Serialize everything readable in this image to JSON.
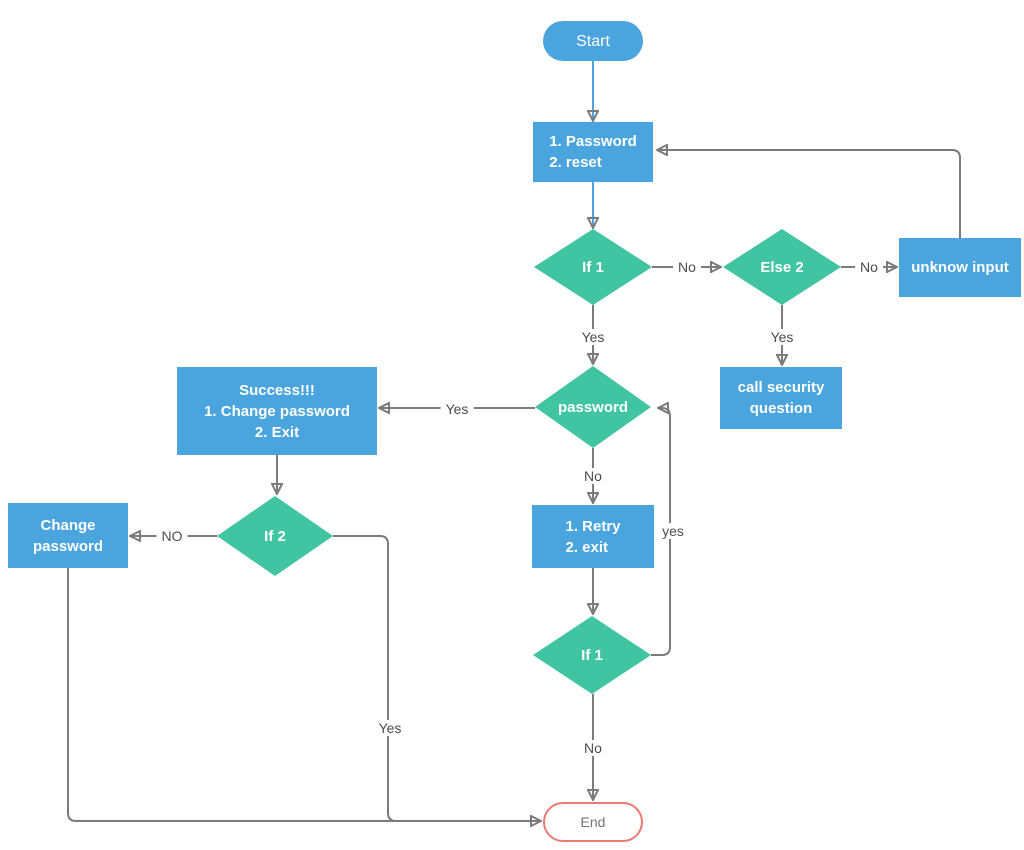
{
  "colors": {
    "node_blue": "#4aa4dd",
    "node_green": "#41c4a2",
    "end_border_red": "#ea7a72",
    "connector_gray": "#7b7b7b",
    "connector_blue": "#4aa4dd",
    "edge_label_text": "#4d4d4d",
    "node_text": "#ffffff",
    "end_text": "#757575",
    "canvas_bg": "#ffffff"
  },
  "nodes": {
    "start": {
      "label": "Start"
    },
    "password_reset": {
      "line1": "1. Password",
      "line2": "2. reset"
    },
    "if1_top": {
      "label": "If 1"
    },
    "else2": {
      "label": "Else 2"
    },
    "unknown_input": {
      "label": "unknow input"
    },
    "call_security": {
      "line1": "call security",
      "line2": "question"
    },
    "password": {
      "label": "password"
    },
    "success": {
      "line1": "Success!!!",
      "line2": "1. Change password",
      "line3": "2. Exit"
    },
    "if2": {
      "label": "If 2"
    },
    "change_password": {
      "line1": "Change",
      "line2": "password"
    },
    "retry": {
      "line1": "1. Retry",
      "line2": "2. exit"
    },
    "if1_bottom": {
      "label": "If 1"
    },
    "end": {
      "label": "End"
    }
  },
  "edge_labels": {
    "if1_no": "No",
    "else2_no": "No",
    "if1_yes": "Yes",
    "else2_yes": "Yes",
    "password_yes": "Yes",
    "password_no": "No",
    "if2_no": "NO",
    "if2_yes": "Yes",
    "if1b_yes": "yes",
    "if1b_no": "No"
  }
}
